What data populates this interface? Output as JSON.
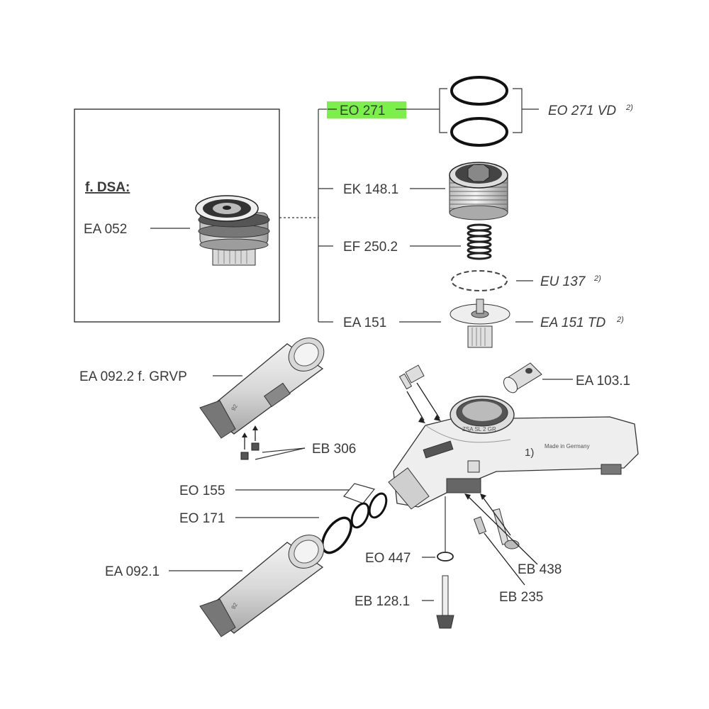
{
  "highlight_color": "#7CF04A",
  "inset": {
    "heading": "f. DSA:",
    "part": "EA 052"
  },
  "labels": {
    "eo271": "EO 271",
    "eo271vd": "EO 271 VD",
    "ek148": "EK 148.1",
    "ef250": "EF 250.2",
    "eu137": "EU 137",
    "ea151": "EA 151",
    "ea151td": "EA 151 TD",
    "ea0922": "EA 092.2  f. GRVP",
    "eb306": "EB 306",
    "ea1031": "EA 103.1",
    "eo155": "EO 155",
    "eo171": "EO 171",
    "ea0921": "EA 092.1",
    "eo447": "EO 447",
    "eb438": "EB 438",
    "eb235": "EB 235",
    "eb1281": "EB 128.1"
  },
  "footnote_mark": "2)",
  "body_note": "1)",
  "body_text": "Made in Germany",
  "tube_mark": "92"
}
